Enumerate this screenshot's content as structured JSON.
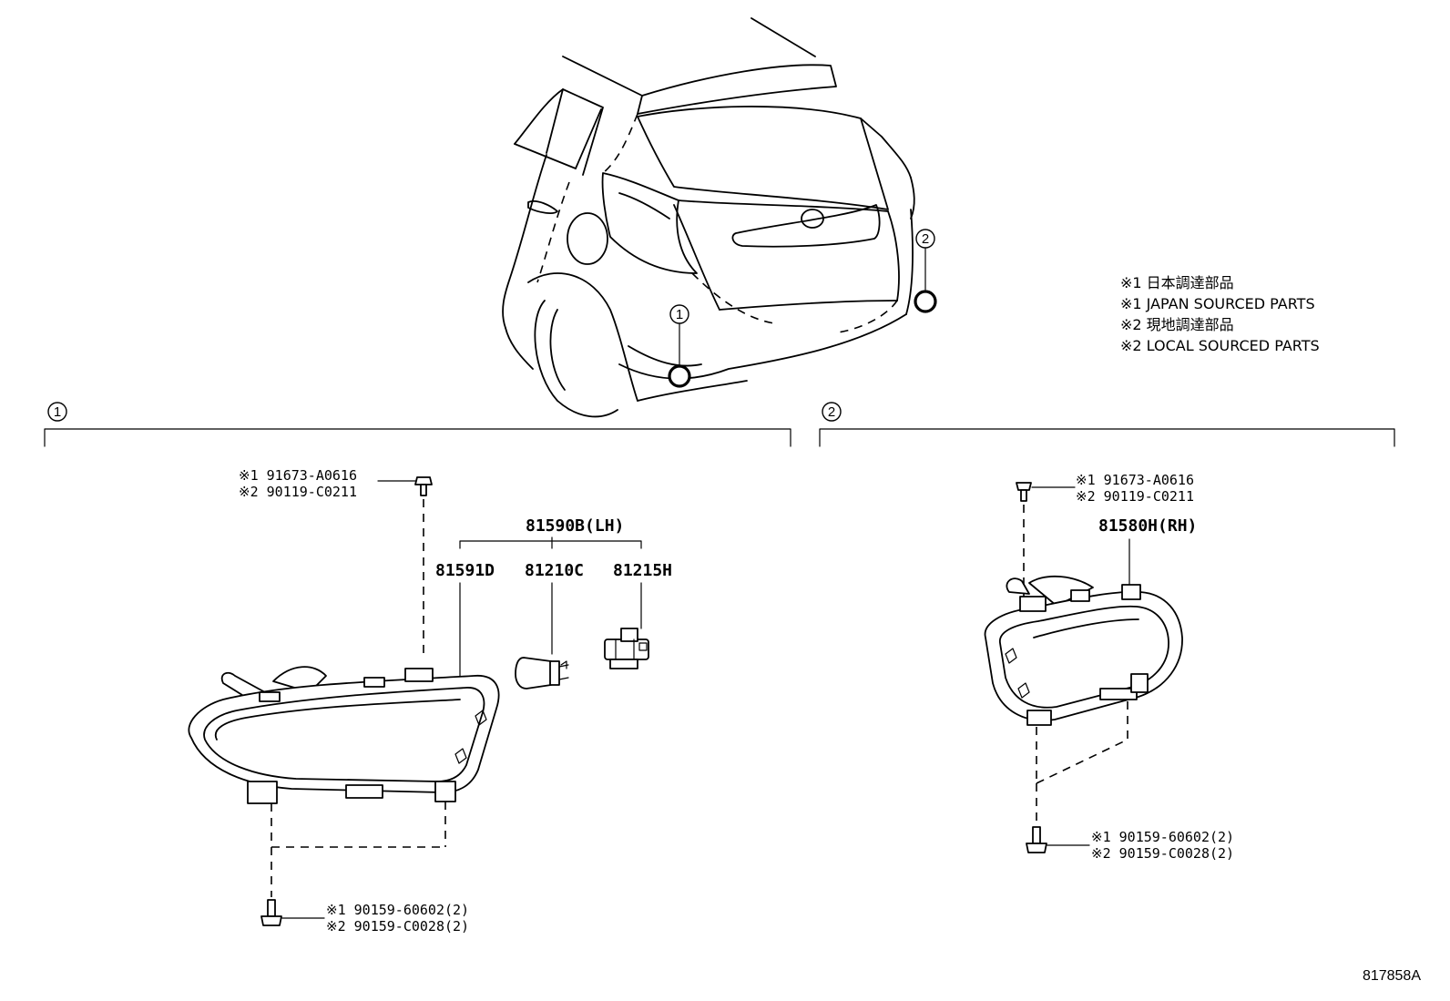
{
  "legend": {
    "line1": "※1 日本調達部品",
    "line2": "※1 JAPAN SOURCED PARTS",
    "line3": "※2 現地調達部品",
    "line4": "※2 LOCAL SOURCED PARTS"
  },
  "callouts": {
    "one": "1",
    "two": "2"
  },
  "section1": {
    "top_bolt": {
      "j": "※1 91673-A0616",
      "l": "※2 90119-C0211"
    },
    "assembly": "81590B(LH)",
    "lens": "81591D",
    "bulb": "81210C",
    "socket": "81215H",
    "bottom_bolt": {
      "j": "※1 90159-60602(2)",
      "l": "※2 90159-C0028(2)"
    }
  },
  "section2": {
    "top_bolt": {
      "j": "※1 91673-A0616",
      "l": "※2 90119-C0211"
    },
    "assembly": "81580H(RH)",
    "bottom_bolt": {
      "j": "※1 90159-60602(2)",
      "l": "※2 90159-C0028(2)"
    }
  },
  "ref_code": "817858A"
}
